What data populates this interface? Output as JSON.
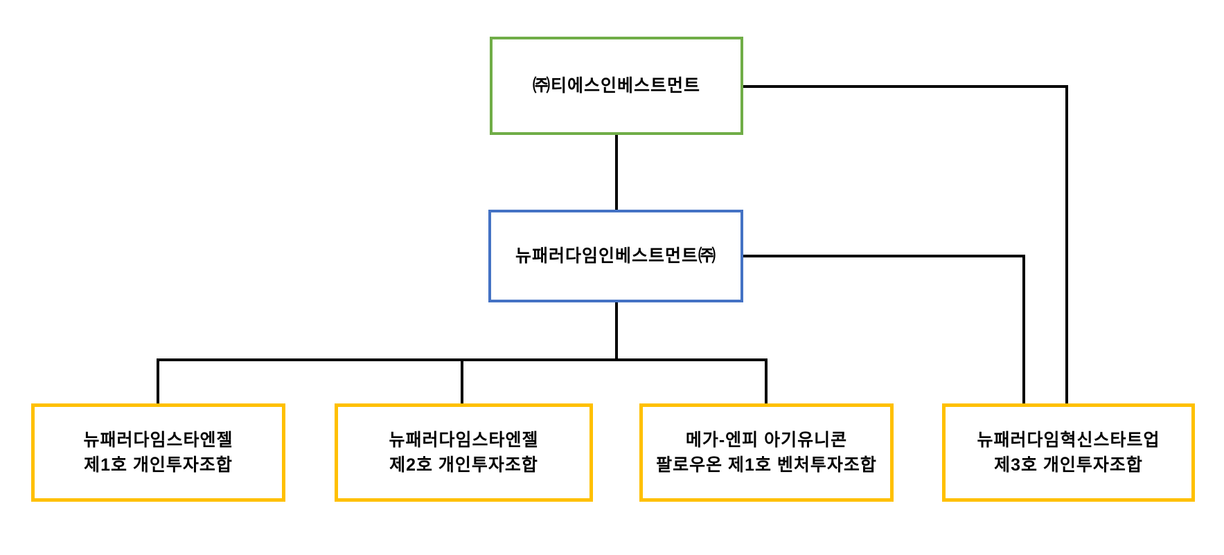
{
  "diagram": {
    "type": "org-chart",
    "background_color": "#FFFFFF",
    "connector_color": "#000000",
    "nodes": {
      "root": {
        "label": "㈜티에스인베스트먼트",
        "border_color": "#70AD47"
      },
      "middle": {
        "label": "뉴패러다임인베스트먼트㈜",
        "border_color": "#4472C4"
      },
      "funds": [
        {
          "line1": "뉴패러다임스타엔젤",
          "line2": "제1호 개인투자조합",
          "border_color": "#FFC000"
        },
        {
          "line1": "뉴패러다임스타엔젤",
          "line2": "제2호 개인투자조합",
          "border_color": "#FFC000"
        },
        {
          "line1": "메가-엔피 아기유니콘",
          "line2": "팔로우온 제1호 벤처투자조합",
          "border_color": "#FFC000"
        },
        {
          "line1": "뉴패러다임혁신스타트업",
          "line2": "제3호 개인투자조합",
          "border_color": "#FFC000"
        }
      ]
    },
    "edges": [
      "root->middle",
      "middle->fund1",
      "middle->fund2",
      "middle->fund3",
      "root->fund4 (right elbow)",
      "middle->fund4 (right elbow)"
    ]
  }
}
